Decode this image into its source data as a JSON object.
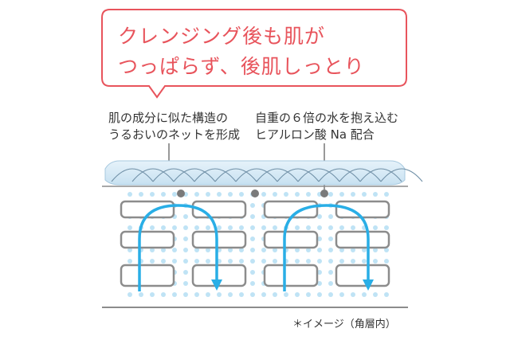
{
  "headline": {
    "line1": "クレンジング後も肌が",
    "line2": "つっぱらず、後肌しっとり"
  },
  "labels": {
    "left_line1": "肌の成分に似た構造の",
    "left_line2": "うるおいのネットを形成",
    "right_line1": "自重の６倍の水を抱え込む",
    "right_line2": "ヒアルロン酸 Na 配合"
  },
  "footnote": "＊イメージ（角層内）",
  "colors": {
    "headline": "#e8545c",
    "arrow": "#29aee6",
    "dot": "#bfe3f5",
    "cell_outline": "#8c8c8c",
    "net_band": "#cfe6f4"
  }
}
